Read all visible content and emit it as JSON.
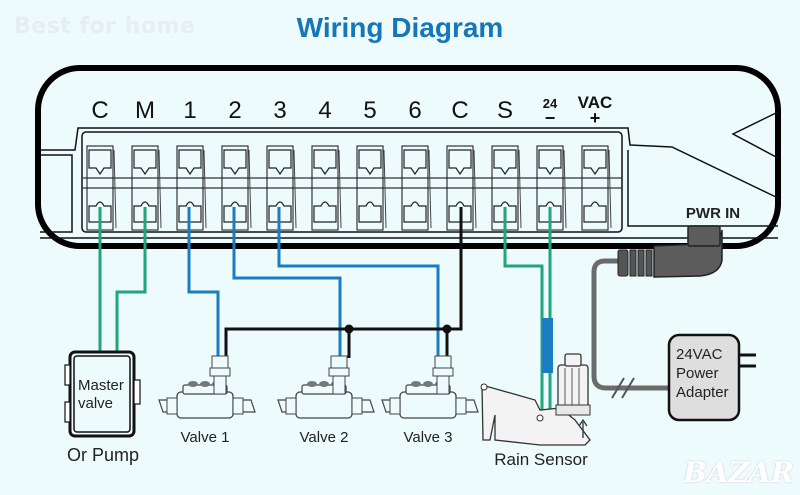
{
  "watermark_top": "Best for home",
  "watermark_bottom": "BAZAR",
  "title": "Wiring Diagram",
  "terminals": [
    {
      "label": "C",
      "wire": "green"
    },
    {
      "label": "M",
      "wire": "green"
    },
    {
      "label": "1",
      "wire": "blue"
    },
    {
      "label": "2",
      "wire": "blue"
    },
    {
      "label": "3",
      "wire": "blue"
    },
    {
      "label": "4",
      "wire": "none"
    },
    {
      "label": "5",
      "wire": "none"
    },
    {
      "label": "6",
      "wire": "none"
    },
    {
      "label": "C",
      "wire": "black"
    },
    {
      "label": "S",
      "wire": "green"
    },
    {
      "label": "24 −",
      "wire": "green"
    },
    {
      "label": "VAC +",
      "wire": "none"
    }
  ],
  "power_label": "PWR IN",
  "master_valve": {
    "line1": "Master",
    "line2": "valve",
    "caption": "Or Pump"
  },
  "valves": [
    "Valve 1",
    "Valve 2",
    "Valve 3"
  ],
  "rain_sensor": "Rain Sensor",
  "adapter": {
    "line1": "24VAC",
    "line2": "Power",
    "line3": "Adapter"
  },
  "colors": {
    "title": "#1577b8",
    "green_wire": "#1fa67a",
    "blue_wire": "#1a7cc2",
    "black_wire": "#111111",
    "power_cord": "#6b6b6b",
    "background": "#eefbfc"
  }
}
